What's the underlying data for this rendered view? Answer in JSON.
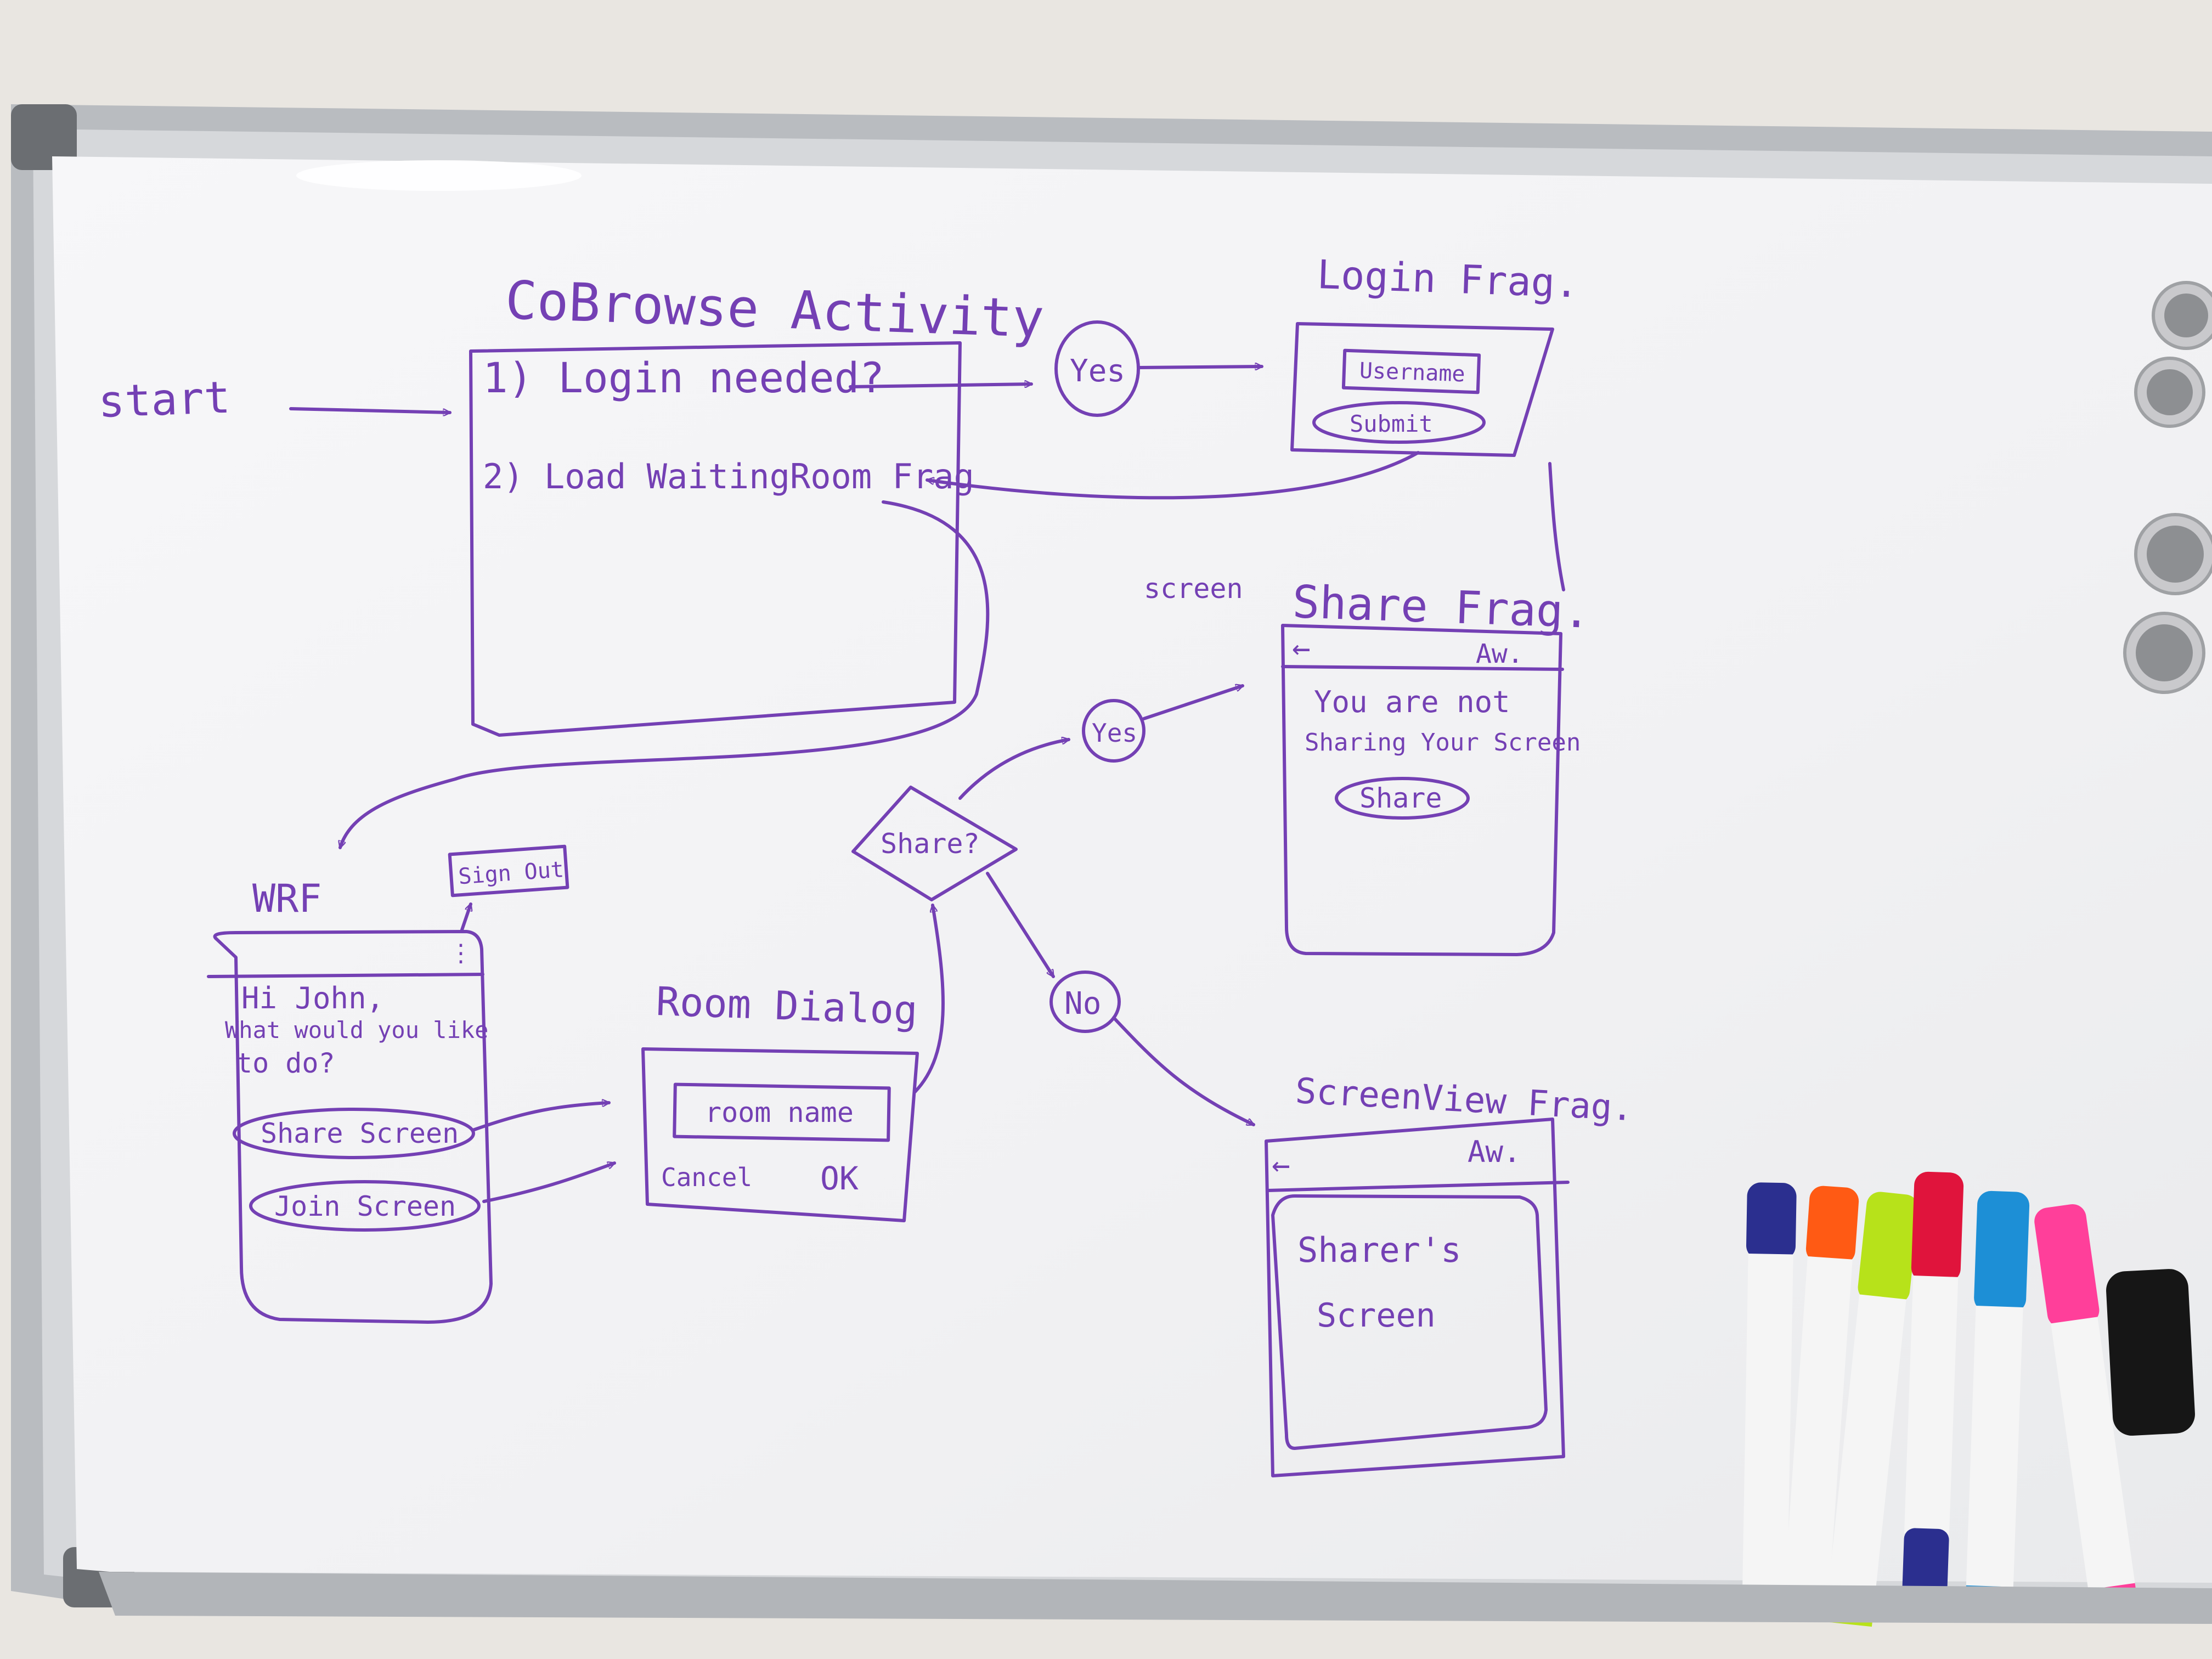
{
  "colors": {
    "wall": "#e9e6e1",
    "board": "#f4f4f6",
    "frame": "#b9bcc0",
    "ink": "#7440b4"
  },
  "labels": {
    "start": "start",
    "cobrowse_title": "CoBrowse Activity",
    "step1": "1) Login needed?",
    "step2": "2) Load WaitingRoom Frag",
    "yes_login": "Yes",
    "login_title": "Login Frag.",
    "username": "Username",
    "submit": "Submit",
    "screen_note": "screen",
    "share_title": "Share Frag.",
    "share_back": "←",
    "share_appbar": "Aw.",
    "share_msg_1": "You are not",
    "share_msg_2": "Sharing Your Screen",
    "share_btn": "Share",
    "yes_share": "Yes",
    "share_decision": "Share?",
    "no_share": "No",
    "wrf_title": "WRF",
    "sign_out": "Sign Out",
    "wrf_menu": "⋮",
    "wrf_msg_1": "Hi John,",
    "wrf_msg_2": "What would you like",
    "wrf_msg_3": "to do?",
    "share_screen_btn": "Share Screen",
    "join_screen_btn": "Join Screen",
    "room_title": "Room Dialog",
    "room_name": "room name",
    "cancel": "Cancel",
    "ok": "OK",
    "view_title": "ScreenView Frag.",
    "view_back": "←",
    "view_appbar": "Aw.",
    "sharers_1": "Sharer's",
    "sharers_2": "Screen"
  },
  "markers": [
    {
      "name": "navy-marker",
      "color": "#2b2f8f"
    },
    {
      "name": "orange-marker",
      "color": "#ff5a14"
    },
    {
      "name": "lime-marker",
      "color": "#b7e21a"
    },
    {
      "name": "red-marker",
      "color": "#e0143c"
    },
    {
      "name": "blue-marker",
      "color": "#1d8fd6"
    },
    {
      "name": "pink-marker",
      "color": "#ff3f9a"
    }
  ]
}
